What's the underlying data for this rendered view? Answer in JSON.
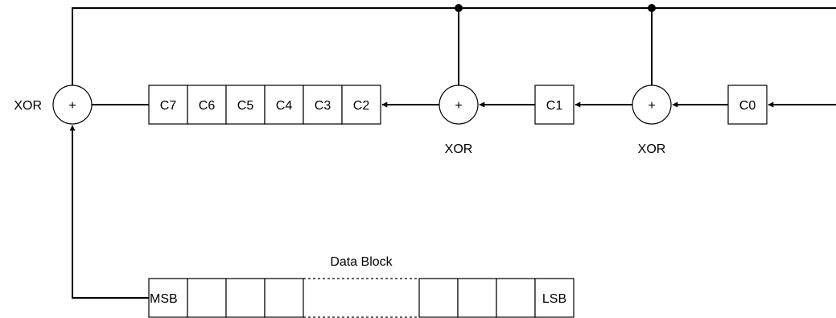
{
  "diagram": {
    "xor_labels": [
      "XOR",
      "XOR",
      "XOR"
    ],
    "xor_symbol": "+",
    "register": {
      "cells": [
        "C7",
        "C6",
        "C5",
        "C4",
        "C3",
        "C2"
      ],
      "c1": "C1",
      "c0": "C0"
    },
    "data_block": {
      "title": "Data Block",
      "msb": "MSB",
      "lsb": "LSB"
    }
  }
}
